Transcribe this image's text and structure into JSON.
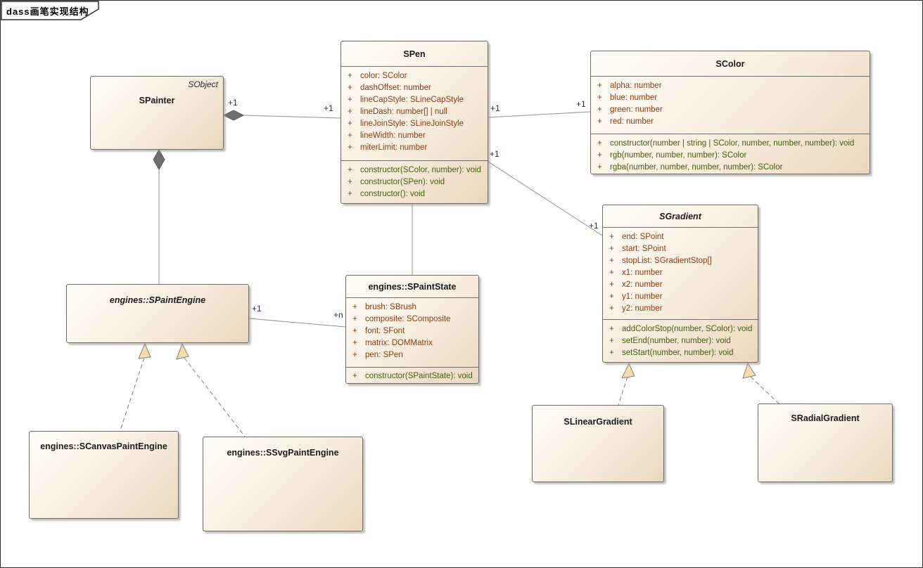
{
  "frame": {
    "label": "dass画笔实现结构"
  },
  "symbols": {
    "public": "+"
  },
  "colors": {
    "attribute_text": "#8a3a10",
    "method_text": "#3f5e0e",
    "multiplicity_text": "#233049",
    "box_fill_top_left": "#fffefb",
    "box_fill_bottom_right": "#ebd7be",
    "connector_line": "#8f8f8f",
    "diamond_fill": "#6f6f6f",
    "triangle_fill": "#f3dcb2"
  },
  "classes": {
    "spainter": {
      "name": "SPainter",
      "stereotype": "SObject"
    },
    "spen": {
      "name": "SPen",
      "attributes": [
        "color: SColor",
        "dashOffset: number",
        "lineCapStyle: SLineCapStyle",
        "lineDash: number[] | null",
        "lineJoinStyle: SLineJoinStyle",
        "lineWidth: number",
        "miterLimit: number"
      ],
      "methods": [
        "constructor(SColor, number): void",
        "constructor(SPen): void",
        "constructor(): void"
      ]
    },
    "scolor": {
      "name": "SColor",
      "attributes": [
        "alpha: number",
        "blue: number",
        "green: number",
        "red: number"
      ],
      "methods": [
        "constructor(number | string | SColor, number, number, number): void",
        "rgb(number, number, number): SColor",
        "rgba(number, number, number, number): SColor"
      ]
    },
    "sgradient": {
      "name": "SGradient",
      "attributes": [
        "end: SPoint",
        "start: SPoint",
        "stopList: SGradientStop[]",
        "x1: number",
        "x2: number",
        "y1: number",
        "y2: number"
      ],
      "methods": [
        "addColorStop(number, SColor): void",
        "setEnd(number, number): void",
        "setStart(number, number): void"
      ]
    },
    "spaintstate": {
      "name": "engines::SPaintState",
      "attributes": [
        "brush: SBrush",
        "composite: SComposite",
        "font: SFont",
        "matrix: DOMMatrix",
        "pen: SPen"
      ],
      "methods": [
        "constructor(SPaintState): void"
      ]
    },
    "spaintengine": {
      "name": "engines::SPaintEngine"
    },
    "scanvaspaintengine": {
      "name": "engines::SCanvasPaintEngine"
    },
    "ssvgpaintengine": {
      "name": "engines::SSvgPaintEngine"
    },
    "slineargradient": {
      "name": "SLinearGradient"
    },
    "sradialgradient": {
      "name": "SRadialGradient"
    }
  },
  "relationships": {
    "painter_pen": {
      "type": "composition",
      "source_label": "+1",
      "target_label": "+1"
    },
    "pen_color": {
      "type": "association",
      "source_label": "+1",
      "target_label": "+1"
    },
    "pen_gradient": {
      "type": "association",
      "source_label": "+1",
      "target_label": "+1"
    },
    "painter_engine": {
      "type": "composition"
    },
    "pen_state": {
      "type": "association"
    },
    "engine_state": {
      "type": "association",
      "source_label": "+1",
      "target_label": "+n"
    },
    "canvas_engine_realization": {
      "type": "realization"
    },
    "svg_engine_realization": {
      "type": "realization"
    },
    "linear_gradient_realization": {
      "type": "realization"
    },
    "radial_gradient_realization": {
      "type": "realization"
    }
  }
}
